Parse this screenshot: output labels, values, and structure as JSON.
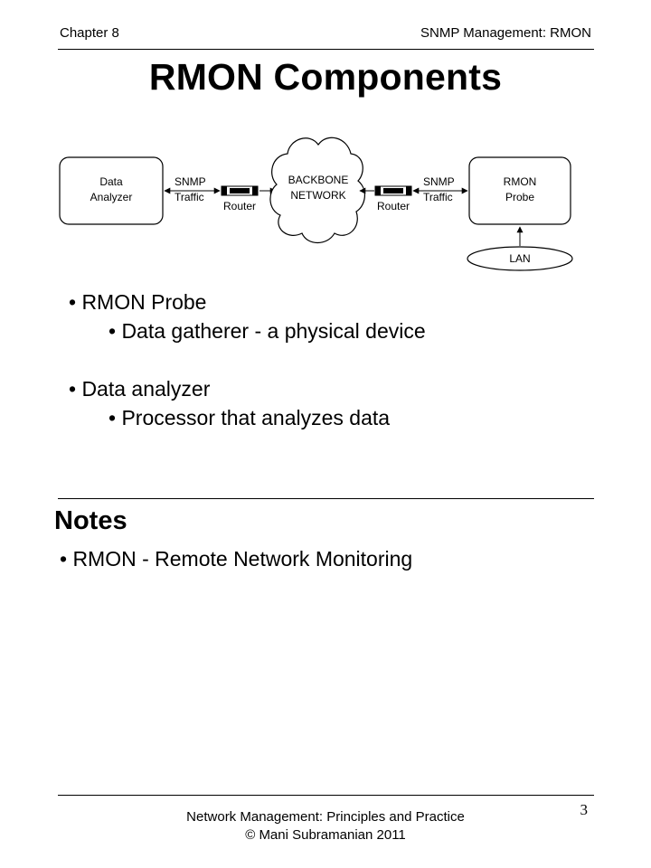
{
  "header": {
    "left": "Chapter 8",
    "right": "SNMP Management:  RMON"
  },
  "title": "RMON Components",
  "diagram": {
    "data_analyzer": [
      "Data",
      "Analyzer"
    ],
    "snmp_left": [
      "SNMP",
      "Traffic"
    ],
    "router_left": "Router",
    "backbone": [
      "BACKBONE",
      "NETWORK"
    ],
    "router_right": "Router",
    "snmp_right": [
      "SNMP",
      "Traffic"
    ],
    "rmon_probe": [
      "RMON",
      "Probe"
    ],
    "lan": "LAN"
  },
  "bullets": {
    "b1": "• RMON Probe",
    "b1_sub": "• Data gatherer - a physical device",
    "b2": "• Data analyzer",
    "b2_sub": "• Processor that analyzes data"
  },
  "notes": {
    "title": "Notes",
    "item": "• RMON - Remote Network Monitoring"
  },
  "footer": {
    "line1": "Network Management: Principles and Practice",
    "line2": "©  Mani Subramanian 2011",
    "page": "3"
  }
}
